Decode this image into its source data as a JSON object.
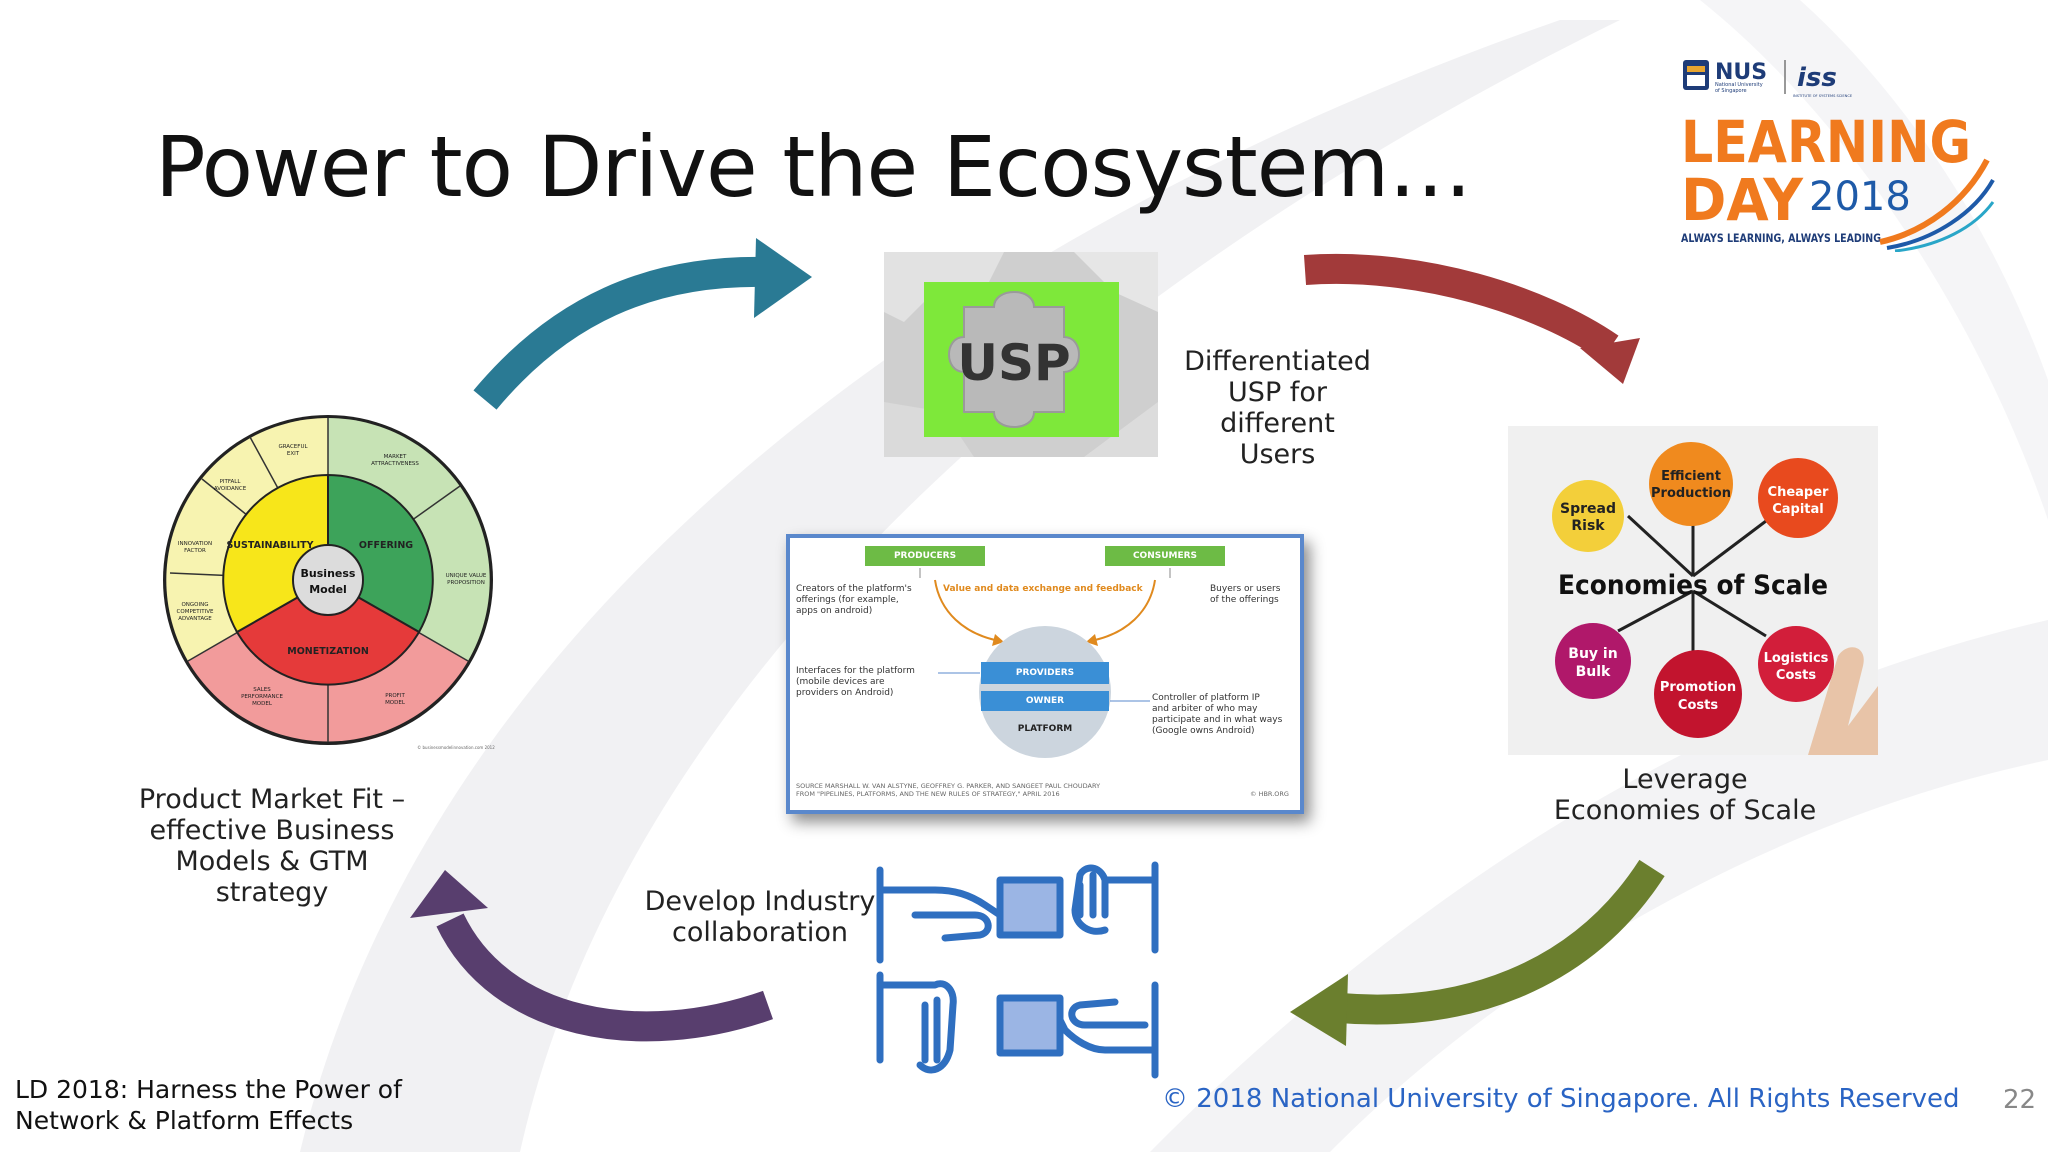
{
  "slide": {
    "title": "Power to Drive the Ecosystem…",
    "page_number": "22",
    "copyright": "© 2018 National University of Singapore. All Rights Reserved",
    "footer": {
      "line1": "LD 2018: Harness the Power of",
      "line2": "Network & Platform Effects"
    }
  },
  "logo": {
    "nus": "NUS",
    "nus_sub1": "National University",
    "nus_sub2": "of Singapore",
    "iss": "iss",
    "iss_sub": "INSTITUTE OF SYSTEMS SCIENCE",
    "word1": "LEARNING",
    "word2": "DAY",
    "year": "2018",
    "tagline": "ALWAYS LEARNING, ALWAYS LEADING"
  },
  "captions": {
    "usp": [
      "Differentiated",
      "USP for different",
      "Users"
    ],
    "eos": [
      "Leverage",
      "Economies of Scale"
    ],
    "collab": [
      "Develop Industry",
      "collaboration"
    ],
    "pmf": [
      "Product Market Fit –",
      "effective Business",
      "Models & GTM",
      "strategy"
    ]
  },
  "usp_image": {
    "label": "USP"
  },
  "eos_image": {
    "center": "Economies of Scale",
    "bubbles": {
      "spread": [
        "Spread",
        "Risk"
      ],
      "efficient": [
        "Efficient",
        "Production"
      ],
      "cheaper": [
        "Cheaper",
        "Capital"
      ],
      "buy": [
        "Buy in",
        "Bulk"
      ],
      "promotion": [
        "Promotion",
        "Costs"
      ],
      "logistics": [
        "Logistics",
        "Costs"
      ]
    }
  },
  "business_model_wheel": {
    "center": [
      "Business",
      "Model"
    ],
    "inner": {
      "sustainability": "SUSTAINABILITY",
      "offering": "OFFERING",
      "monetization": "MONETIZATION"
    },
    "outer": {
      "graceful_exit": [
        "GRACEFUL",
        "EXIT"
      ],
      "market_attractiveness": [
        "MARKET",
        "ATTRACTIVENESS"
      ],
      "pitfall_avoidance": [
        "PITFALL",
        "AVOIDANCE"
      ],
      "innovation_factor": [
        "INNOVATION",
        "FACTOR"
      ],
      "unique_value": [
        "UNIQUE VALUE",
        "PROPOSITION"
      ],
      "ongoing_advantage": [
        "ONGOING",
        "COMPETITIVE",
        "ADVANTAGE"
      ],
      "sales_model": [
        "SALES",
        "PERFORMANCE",
        "MODEL"
      ],
      "profit_model": [
        "PROFIT",
        "MODEL"
      ]
    },
    "credit": "© businessmodelinnovation.com 2012"
  },
  "platform_diagram": {
    "producers": "PRODUCERS",
    "consumers": "CONSUMERS",
    "exchange": "Value and data exchange and feedback",
    "creators": [
      "Creators of the platform's",
      "offerings (for example,",
      "apps on android)"
    ],
    "buyers": [
      "Buyers or users",
      "of the offerings"
    ],
    "interfaces": [
      "Interfaces for the platform",
      "(mobile devices are",
      "providers on Android)"
    ],
    "providers": "PROVIDERS",
    "owner": "OWNER",
    "platform": "PLATFORM",
    "controller": [
      "Controller of platform IP",
      "and arbiter of who may",
      "participate and in what ways",
      "(Google owns Android)"
    ],
    "source1": "SOURCE  MARSHALL W. VAN ALSTYNE, GEOFFREY G. PARKER, AND SANGEET PAUL CHOUDARY",
    "source2": "FROM  \"PIPELINES, PLATFORMS, AND THE NEW RULES OF STRATEGY,\" APRIL 2016",
    "hbr": "© HBR.ORG"
  },
  "colors": {
    "arrow_top_left": "#2a7a94",
    "arrow_top_right": "#a23a3a",
    "arrow_bottom_right": "#6b7f2e",
    "arrow_bottom_left": "#583e6e",
    "copyright": "#2a64c4",
    "logo_orange": "#f07a1e",
    "logo_blue": "#1e5aa8",
    "puzzle_green": "#7ee83a",
    "collab_blue": "#2f6fc0"
  }
}
